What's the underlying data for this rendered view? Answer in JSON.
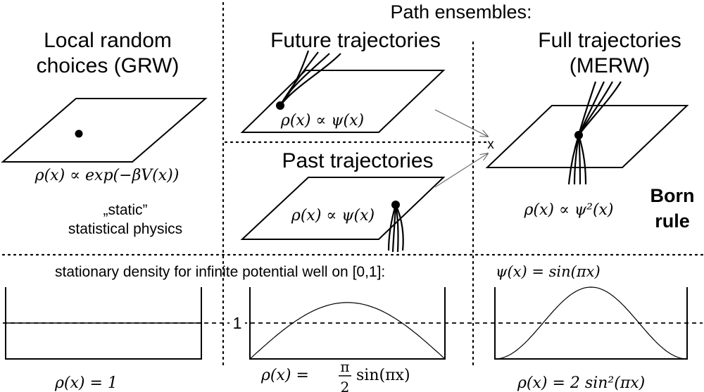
{
  "header": {
    "title": "Path ensembles:"
  },
  "panels": {
    "grw": {
      "title_line1": "Local random",
      "title_line2": "choices (GRW)",
      "formula": "ρ(x) ∝ exp(−βV(x))",
      "note_line1": "„static”",
      "note_line2": "statistical physics"
    },
    "future": {
      "title": "Future trajectories",
      "formula": "ρ(x) ∝ ψ(x)"
    },
    "past": {
      "title": "Past trajectories",
      "formula": "ρ(x) ∝ ψ(x)"
    },
    "merw": {
      "title_line1": "Full trajectories",
      "title_line2": "(MERW)",
      "formula": "ρ(x) ∝ ψ²(x)",
      "born_line1": "Born",
      "born_line2": "rule",
      "combine_mark": "x"
    }
  },
  "wells": {
    "caption": "stationary density for infinite potential well on [0,1]:",
    "psi_formula": "ψ(x) = sin(πx)",
    "unit_label": "1",
    "left": {
      "formula": "ρ(x) = 1",
      "density": "constant",
      "peak": 1
    },
    "middle": {
      "formula": "ρ(x) = π/2 sin(πx)",
      "density": "(π/2)·sin(πx)",
      "peak": 1.5708
    },
    "right": {
      "formula": "ρ(x) = 2 sin²(πx)",
      "density": "2·sin²(πx)",
      "peak": 2
    }
  },
  "colors": {
    "ink": "#000000",
    "arrow": "#555555",
    "background": "#ffffff"
  }
}
